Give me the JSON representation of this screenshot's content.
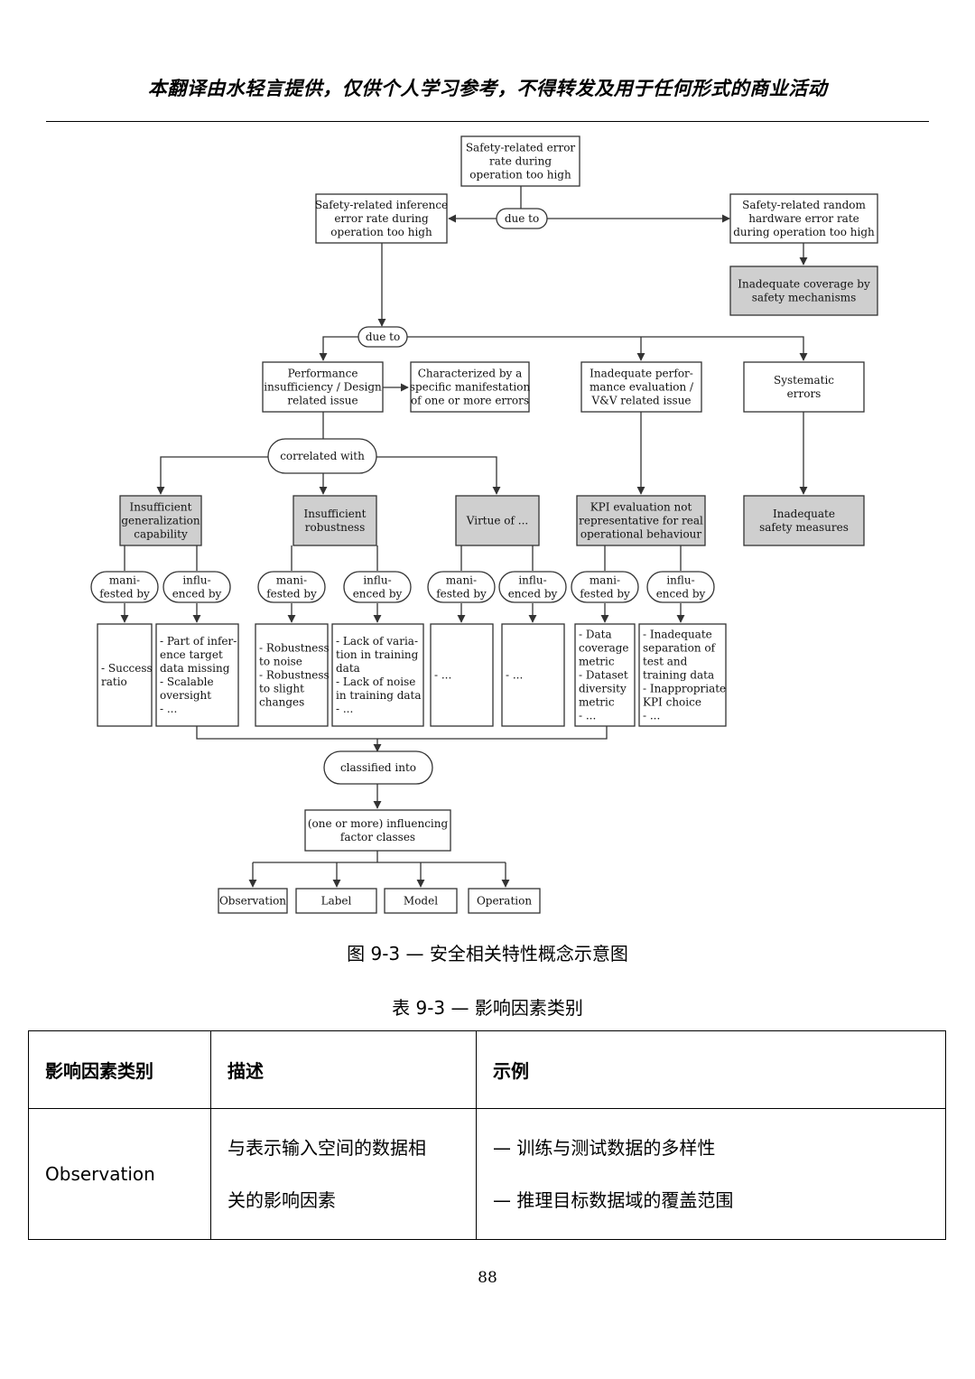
{
  "header": {
    "text": "本翻译由水轻言提供，仅供个人学习参考，不得转发及用于任何形式的商业活动"
  },
  "diagram": {
    "top_box": [
      "Safety-related error",
      "rate during",
      "operation too high"
    ],
    "due_to_1": "due to",
    "inference_box": [
      "Safety-related inference",
      "error rate during",
      "operation too high"
    ],
    "random_box": [
      "Safety-related random",
      "hardware error rate",
      "during operation too high"
    ],
    "coverage_box": [
      "Inadequate coverage by",
      "safety mechanisms"
    ],
    "due_to_2": "due to",
    "perf_box": [
      "Performance",
      "insufficiency / Design",
      "related issue"
    ],
    "characterized_box": [
      "Characterized by a",
      "specific manifestation",
      "of one or more errors"
    ],
    "vv_box": [
      "Inadequate perfor-",
      "mance evaluation /",
      "V&V related issue"
    ],
    "systematic_box": [
      "Systematic",
      "errors"
    ],
    "correlated_with": "correlated with",
    "generalization_box": [
      "Insufficient",
      "generalization",
      "capability"
    ],
    "robustness_box": [
      "Insufficient",
      "robustness"
    ],
    "virtue_box": [
      "Virtue of ..."
    ],
    "kpi_box": [
      "KPI evaluation not",
      "representative for real",
      "operational behaviour"
    ],
    "safety_measures_box": [
      "Inadequate",
      "safety measures"
    ],
    "manifested_by": [
      "mani-",
      "fested by"
    ],
    "influenced_by": [
      "influ-",
      "enced by"
    ],
    "leaf_success": [
      "- Success",
      "ratio"
    ],
    "leaf_part": [
      "- Part of infer-",
      "ence target",
      "data missing",
      "- Scalable",
      "oversight",
      "- ..."
    ],
    "leaf_robust": [
      "- Robustness",
      "to noise",
      "- Robustness",
      "to slight",
      "changes"
    ],
    "leaf_lack": [
      "- Lack of varia-",
      "tion in training",
      "data",
      "- Lack of noise",
      "in training data",
      "- ..."
    ],
    "leaf_dots_1": [
      "- ..."
    ],
    "leaf_dots_2": [
      "- ..."
    ],
    "leaf_data": [
      "- Data",
      "coverage",
      "metric",
      "- Dataset",
      "diversity",
      "metric",
      "- ..."
    ],
    "leaf_sep": [
      "- Inadequate",
      "separation of",
      "test and",
      "training data",
      "- Inappropriate",
      "KPI choice",
      "- ..."
    ],
    "classified_into": "classified into",
    "factor_box": [
      "(one or more) influencing",
      "factor classes"
    ],
    "classes": [
      "Observation",
      "Label",
      "Model",
      "Operation"
    ]
  },
  "figure_caption": "图 9-3 — 安全相关特性概念示意图",
  "table_caption": "表 9-3 — 影响因素类别",
  "table": {
    "headers": [
      "影响因素类别",
      "描述",
      "示例"
    ],
    "rows": [
      {
        "category": "Observation",
        "description": [
          "与表示输入空间的数据相",
          "关的影响因素"
        ],
        "examples": [
          "— 训练与测试数据的多样性",
          "— 推理目标数据域的覆盖范围"
        ]
      }
    ]
  },
  "page_number": "88",
  "colors": {
    "shaded_box": "#cfcfcf",
    "line": "#333333"
  }
}
